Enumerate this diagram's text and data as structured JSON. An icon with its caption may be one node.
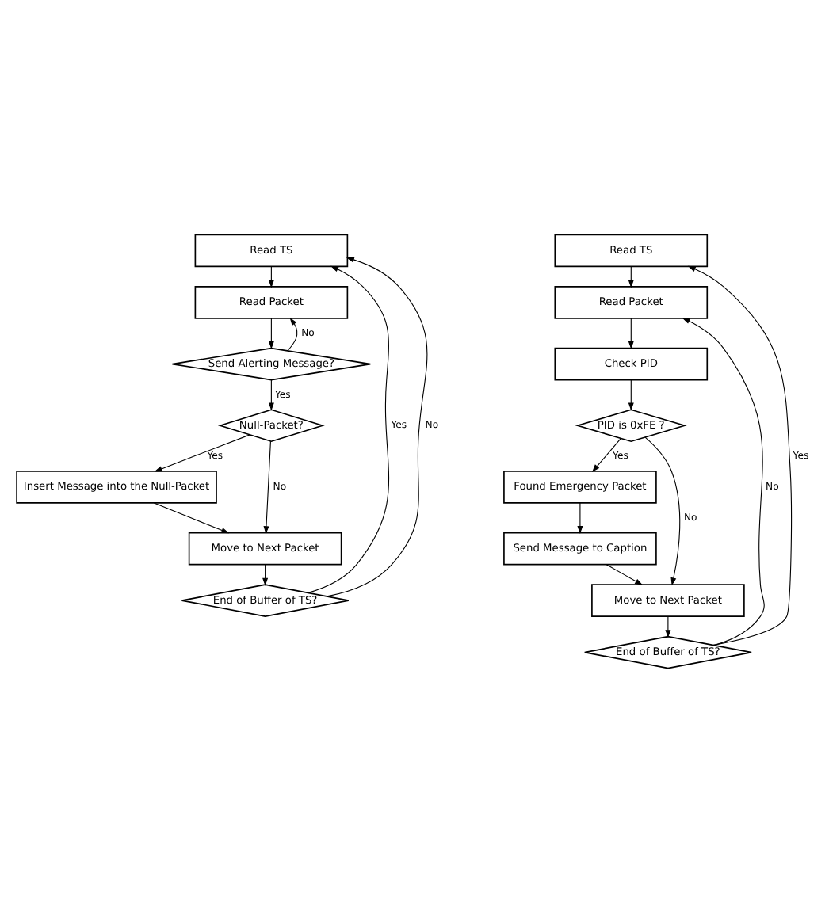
{
  "diagram": {
    "nodes": [
      {
        "text": [
          "Read TS"
        ]
      },
      {
        "text": [
          "Read Packet"
        ]
      },
      {
        "text": [
          "Send Alerting Message?"
        ]
      },
      {
        "text": [
          "Null-Packet?"
        ]
      },
      {
        "text": [
          "Insert Message into the Null-Packet"
        ]
      },
      {
        "text": [
          "Move to Next Packet"
        ]
      },
      {
        "text": [
          "End of Buffer of TS?"
        ]
      },
      {
        "text": [
          "Read TS"
        ]
      },
      {
        "text": [
          "Read Packet"
        ]
      },
      {
        "text": [
          "Check PID"
        ]
      },
      {
        "text": [
          "PID is 0xFE ?"
        ]
      },
      {
        "text": [
          "Found Emergency Packet"
        ]
      },
      {
        "text": [
          "Send Message to Caption"
        ]
      },
      {
        "text": [
          "Move to Next Packet"
        ]
      },
      {
        "text": [
          "End of Buffer of TS?"
        ]
      }
    ],
    "edges": [
      {
        "from": 0,
        "to": 1,
        "arrow": "to"
      },
      {
        "from": 1,
        "to": 2,
        "arrow": "to"
      },
      {
        "from": 2,
        "to": 3,
        "arrow": "to",
        "label": "Yes"
      },
      {
        "from": 2,
        "to": 1,
        "arrow": "to",
        "label": "No"
      },
      {
        "from": 3,
        "to": 4,
        "arrow": "to",
        "label": "Yes"
      },
      {
        "from": 3,
        "to": 5,
        "arrow": "to",
        "label": "No"
      },
      {
        "from": 4,
        "to": 5,
        "arrow": "to"
      },
      {
        "from": 5,
        "to": 6,
        "arrow": "to"
      },
      {
        "from": 6,
        "to": 0,
        "arrow": "to",
        "label": "Yes"
      },
      {
        "from": 6,
        "to": 0,
        "arrow": "to",
        "label": "No"
      },
      {
        "from": 7,
        "to": 8,
        "arrow": "to"
      },
      {
        "from": 8,
        "to": 9,
        "arrow": "to"
      },
      {
        "from": 9,
        "to": 10,
        "arrow": "to"
      },
      {
        "from": 10,
        "to": 11,
        "arrow": "to",
        "label": "Yes"
      },
      {
        "from": 10,
        "to": 13,
        "arrow": "to",
        "label": "No"
      },
      {
        "from": 11,
        "to": 12,
        "arrow": "to"
      },
      {
        "from": 12,
        "to": 13,
        "arrow": "to"
      },
      {
        "from": 13,
        "to": 14,
        "arrow": "to"
      },
      {
        "from": 14,
        "to": 7,
        "arrow": "to",
        "label": "Yes"
      },
      {
        "from": 14,
        "to": 8,
        "arrow": "to",
        "label": "No"
      }
    ]
  }
}
